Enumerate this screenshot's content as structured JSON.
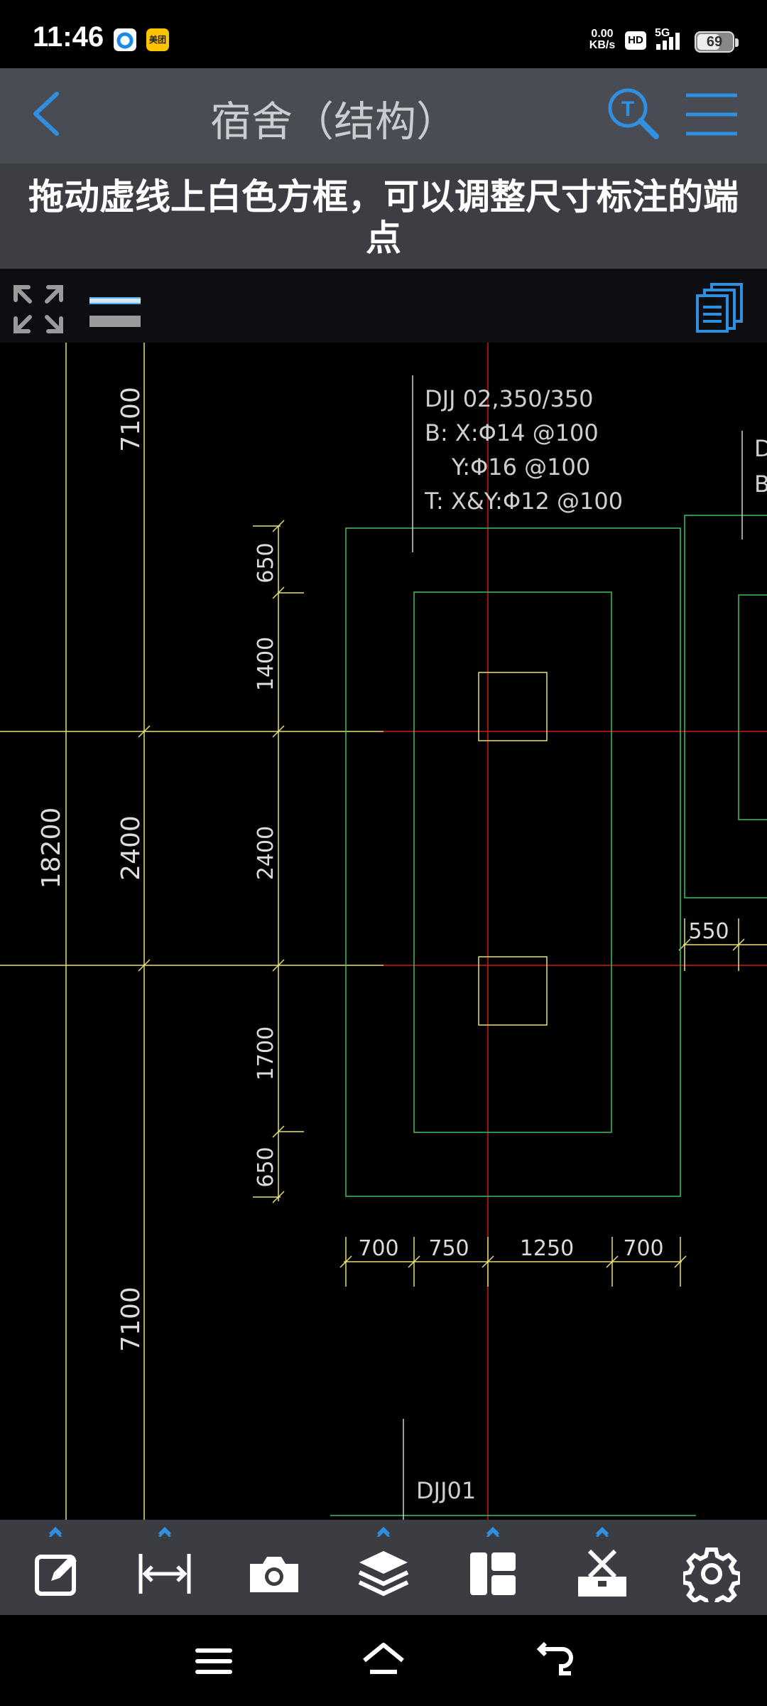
{
  "status_bar": {
    "time": "11:46",
    "net_speed_value": "0.00",
    "net_speed_unit": "KB/s",
    "hd_label": "HD",
    "network_label": "5G",
    "battery_level": "69",
    "app_icons": [
      "blue-cloud-app-icon",
      "meituan-app-icon"
    ],
    "meituan_label": "美团"
  },
  "header": {
    "title": "宿舍（结构）",
    "back_icon": "chevron-left-icon",
    "search_icon": "text-search-icon",
    "menu_icon": "hamburger-menu-icon",
    "accent_color": "#2f8fe0"
  },
  "tip": {
    "text": "拖动虚线上白色方框，可以调整尺寸标注的端点"
  },
  "canvas_toolbar": {
    "fullscreen_icon": "expand-arrows-icon",
    "view_toggle_icon": "layer-toggle-icon",
    "sheets_icon": "drawing-sheets-icon"
  },
  "drawing": {
    "left_dims": [
      "7100",
      "18200",
      "2400",
      "7100"
    ],
    "vertical_dims": [
      "650",
      "1400",
      "2400",
      "1700",
      "650"
    ],
    "horizontal_dims": [
      "700",
      "750",
      "1250",
      "700",
      "550"
    ],
    "label_main": [
      "DJJ 02,350/350",
      "B:  X:Φ14 @100",
      "Y:Φ16 @100",
      "T:  X&Y:Φ12 @100"
    ],
    "label_lower": "DJJ01",
    "label_right": [
      "D",
      "B"
    ],
    "colors": {
      "dimension": "#e8e070",
      "outline": "#3fbf5f",
      "axis": "#d01818",
      "text": "#cfcfcf"
    }
  },
  "bottom_toolbar": {
    "tools": [
      {
        "name": "annotate-tool",
        "icon": "edit-note-icon",
        "has_expand": true
      },
      {
        "name": "measure-tool",
        "icon": "dimension-measure-icon",
        "has_expand": true
      },
      {
        "name": "screenshot-tool",
        "icon": "camera-icon",
        "has_expand": false
      },
      {
        "name": "layers-tool",
        "icon": "layers-icon",
        "has_expand": true
      },
      {
        "name": "layout-tool",
        "icon": "layout-panels-icon",
        "has_expand": true
      },
      {
        "name": "toolbox-tool",
        "icon": "toolbox-icon",
        "has_expand": true
      },
      {
        "name": "settings-tool",
        "icon": "gear-icon",
        "has_expand": false
      }
    ]
  },
  "system_nav": {
    "icons": [
      "recent-apps-icon",
      "home-icon",
      "back-icon"
    ]
  }
}
